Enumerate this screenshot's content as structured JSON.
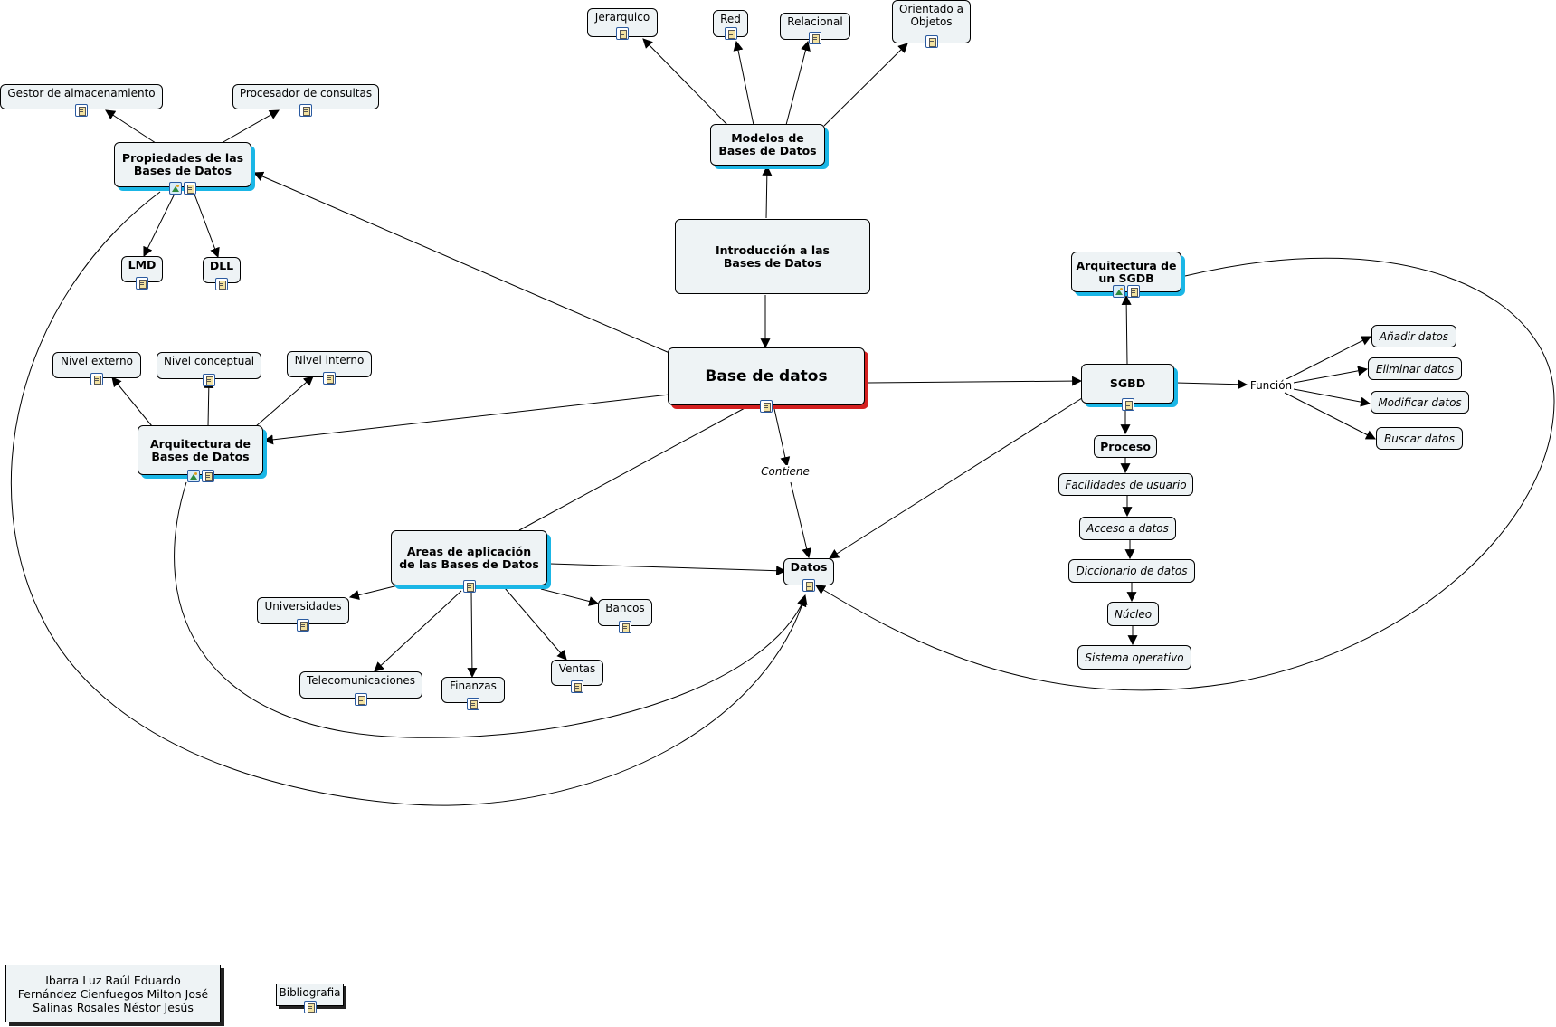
{
  "nodes": {
    "intro": "Introducción a las\nBases de Datos",
    "base": "Base de datos",
    "modelos": "Modelos de\nBases de Datos",
    "jerarquico": "Jerarquico",
    "red": "Red",
    "relacional": "Relacional",
    "orientado": "Orientado a\nObjetos",
    "propiedades": "Propiedades de las\nBases de Datos",
    "gestor": "Gestor de almacenamiento",
    "procesador": "Procesador de consultas",
    "lmd": "LMD",
    "dll": "DLL",
    "arquitectura_bd": "Arquitectura de\nBases de Datos",
    "nivel_externo": "Nivel externo",
    "nivel_conceptual": "Nivel conceptual",
    "nivel_interno": "Nivel interno",
    "areas": "Areas de aplicación\nde las Bases de Datos",
    "universidades": "Universidades",
    "telecom": "Telecomunicaciones",
    "finanzas": "Finanzas",
    "ventas": "Ventas",
    "bancos": "Bancos",
    "datos": "Datos",
    "sgbd": "SGBD",
    "arquitectura_sgdb": "Arquitectura de\nun SGDB",
    "proceso": "Proceso",
    "facilidades": "Facilidades de usuario",
    "acceso": "Acceso a datos",
    "diccionario": "Diccionario de datos",
    "nucleo": "Núcleo",
    "sistema": "Sistema operativo",
    "anadir": "Añadir datos",
    "eliminar": "Eliminar datos",
    "modificar": "Modificar datos",
    "buscar": "Buscar datos",
    "autores": "Ibarra Luz Raúl Eduardo\nFernández Cienfuegos Milton José\nSalinas Rosales Néstor Jesús",
    "bibliografia": "Bibliografia"
  },
  "link_labels": {
    "contiene": "Contiene",
    "funcion": "Función"
  },
  "colors": {
    "node_fill": "#eef3f5",
    "shadow_blue": "#1ab6e6",
    "shadow_red": "#d42020"
  }
}
